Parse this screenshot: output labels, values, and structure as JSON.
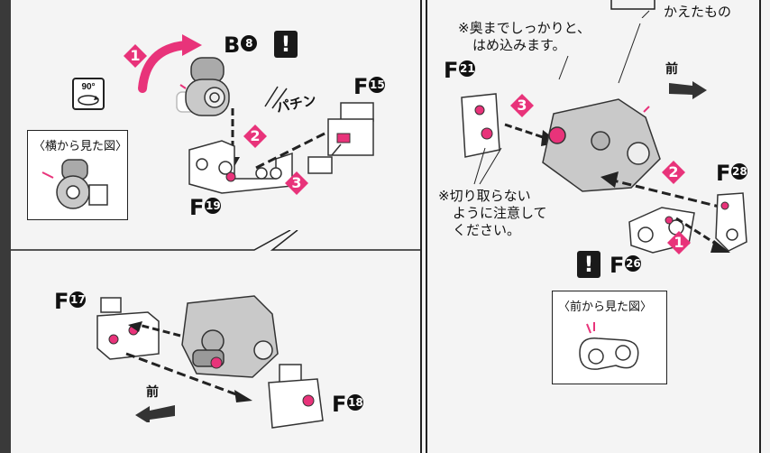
{
  "left_top": {
    "part_label": "B",
    "part_num": "8",
    "rotate_icon_text": "90°",
    "side_view_title": "〈横から見た図〉",
    "sound_text": "パチン",
    "bottom_part": "F",
    "bottom_num": "19",
    "right_part": "F",
    "right_num": "15",
    "steps": [
      "1",
      "2",
      "3"
    ]
  },
  "left_bottom": {
    "part_a": "F",
    "part_a_num": "17",
    "part_b": "F",
    "part_b_num": "18",
    "front_label": "前"
  },
  "right": {
    "caption_top": "かえたもの",
    "note_line1": "※奥までしっかりと、",
    "note_line2": "はめ込みます。",
    "part_a": "F",
    "part_a_num": "21",
    "part_b": "F",
    "part_b_num": "28",
    "part_c": "F",
    "part_c_num": "26",
    "front_label": "前",
    "caution_line1": "※切り取らない",
    "caution_line2": "ように注意して",
    "caution_line3": "ください。",
    "front_view_title": "〈前から見た図〉",
    "steps": [
      "3",
      "2",
      "1"
    ]
  },
  "colors": {
    "accent": "#e8337a",
    "ink": "#111111",
    "part_gray": "#c9c9c9"
  }
}
